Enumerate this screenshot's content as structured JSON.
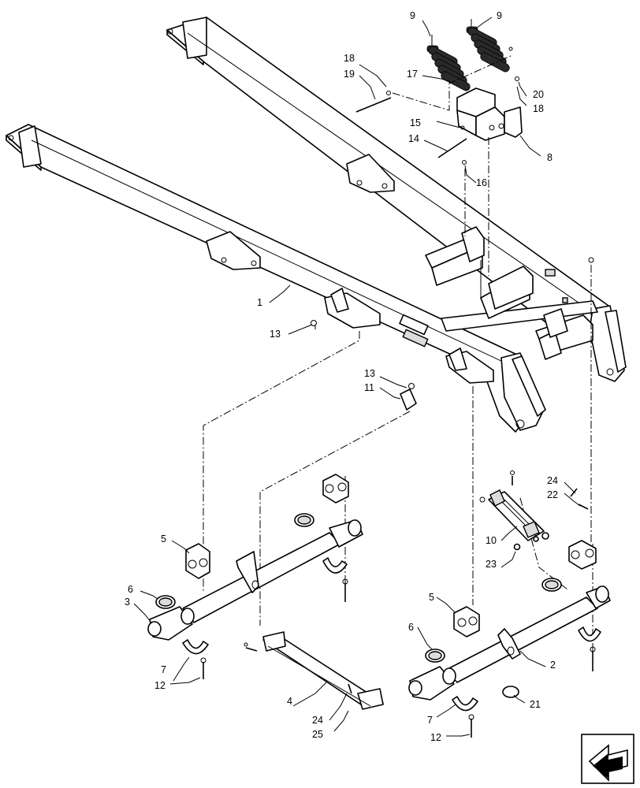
{
  "diagram": {
    "callouts": [
      {
        "id": "c1",
        "text": "1"
      },
      {
        "id": "c2",
        "text": "2"
      },
      {
        "id": "c3",
        "text": "3"
      },
      {
        "id": "c4",
        "text": "4"
      },
      {
        "id": "c5a",
        "text": "5"
      },
      {
        "id": "c5b",
        "text": "5"
      },
      {
        "id": "c6a",
        "text": "6"
      },
      {
        "id": "c6b",
        "text": "6"
      },
      {
        "id": "c7a",
        "text": "7"
      },
      {
        "id": "c7b",
        "text": "7"
      },
      {
        "id": "c8",
        "text": "8"
      },
      {
        "id": "c9a",
        "text": "9"
      },
      {
        "id": "c9b",
        "text": "9"
      },
      {
        "id": "c10",
        "text": "10"
      },
      {
        "id": "c11",
        "text": "11"
      },
      {
        "id": "c12a",
        "text": "12"
      },
      {
        "id": "c12b",
        "text": "12"
      },
      {
        "id": "c13a",
        "text": "13"
      },
      {
        "id": "c13b",
        "text": "13"
      },
      {
        "id": "c14",
        "text": "14"
      },
      {
        "id": "c15",
        "text": "15"
      },
      {
        "id": "c16",
        "text": "16"
      },
      {
        "id": "c17",
        "text": "17"
      },
      {
        "id": "c18a",
        "text": "18"
      },
      {
        "id": "c18b",
        "text": "18"
      },
      {
        "id": "c19",
        "text": "19"
      },
      {
        "id": "c20",
        "text": "20"
      },
      {
        "id": "c21",
        "text": "21"
      },
      {
        "id": "c22",
        "text": "22"
      },
      {
        "id": "c23",
        "text": "23"
      },
      {
        "id": "c24a",
        "text": "24"
      },
      {
        "id": "c24b",
        "text": "24"
      },
      {
        "id": "c25",
        "text": "25"
      }
    ],
    "nav_icon": "previous-page-arrow-icon"
  }
}
